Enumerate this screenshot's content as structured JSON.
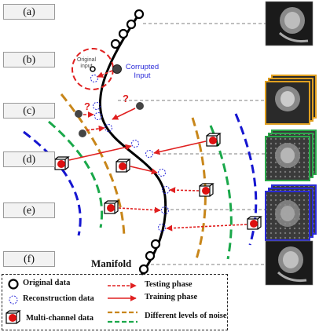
{
  "row_labels": [
    "(a)",
    "(b)",
    "(c)",
    "(d)",
    "(e)",
    "(f)"
  ],
  "manifold_label": "Manifold",
  "original_input_label": "Original input",
  "corrupted_input_label": "Corrupted Input",
  "question_mark": "?",
  "legend": {
    "original_data": "Original data",
    "reconstruction_data": "Reconstruction data",
    "multi_channel_data": "Multi-channel data",
    "testing_phase": "Testing phase",
    "training_phase": "Training phase",
    "noise_levels": "Different levels of noise"
  },
  "colors": {
    "arrow_red": "#e02020",
    "reconstruction_blue": "#2a2ad8",
    "noise_blue": "#1515d0",
    "noise_green": "#1aa84a",
    "noise_orange": "#c8861a",
    "stack_orange": "#e0a020",
    "stack_green": "#2aa84a",
    "stack_blue": "#2a2ad8"
  }
}
